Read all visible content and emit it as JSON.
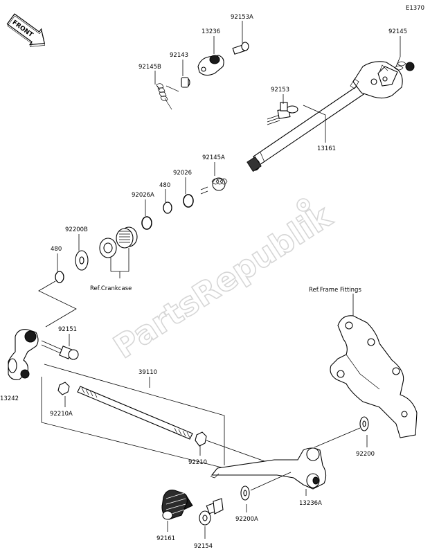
{
  "diagram_code": "E1370",
  "front_badge": "FRONT",
  "watermark": "PartsRepublik",
  "references": {
    "crankcase": "Ref.Crankcase",
    "frame_fittings": "Ref.Frame Fittings"
  },
  "parts": {
    "p92153A": "92153A",
    "p13236": "13236",
    "p92145": "92145",
    "p92143": "92143",
    "p92145B": "92145B",
    "p92153": "92153",
    "p13161": "13161",
    "p92145A": "92145A",
    "p92026": "92026",
    "p480a": "480",
    "p92026A": "92026A",
    "p92200B": "92200B",
    "p480b": "480",
    "p92151": "92151",
    "p13242": "13242",
    "p39110": "39110",
    "p92210A": "92210A",
    "p92210": "92210",
    "p92200": "92200",
    "p13236A": "13236A",
    "p92200A": "92200A",
    "p92161": "92161",
    "p92154": "92154"
  }
}
